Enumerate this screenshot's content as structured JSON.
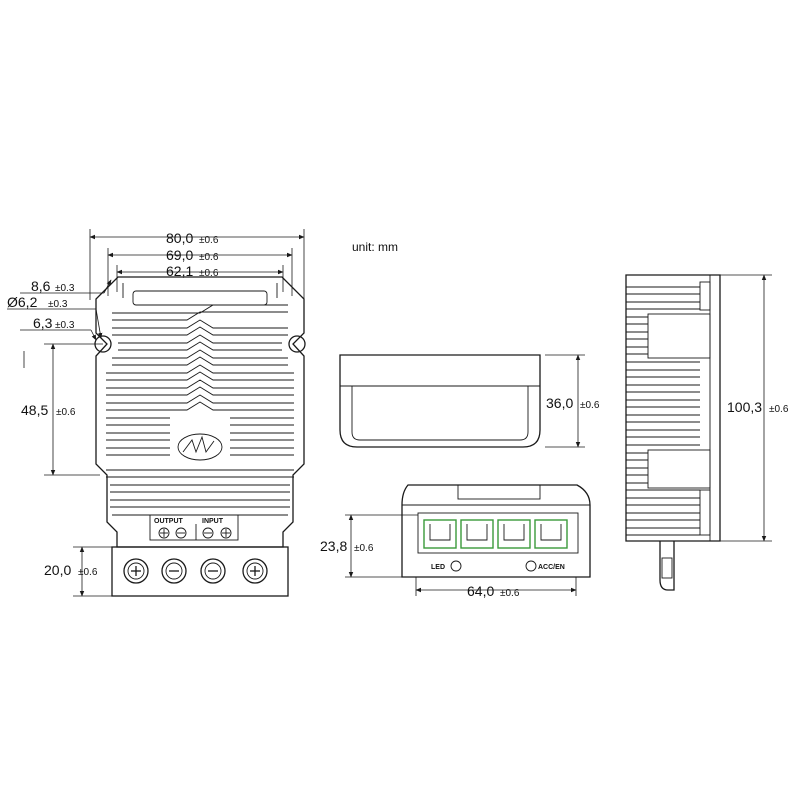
{
  "unit_note": "unit: mm",
  "front_view": {
    "width_outer": "80,0",
    "width_outer_tol": "±0.6",
    "width_mid": "69,0",
    "width_mid_tol": "±0.6",
    "width_inner": "62,1",
    "width_inner_tol": "±0.6",
    "tab_offset": "8,6",
    "tab_offset_tol": "±0.3",
    "hole_dia": "Ø6,2",
    "hole_dia_tol": "±0.3",
    "hole_edge": "6,3",
    "hole_edge_tol": "±0.3",
    "hole_spacing": "48,5",
    "hole_spacing_tol": "±0.6",
    "terminal_depth": "20,0",
    "terminal_depth_tol": "±0.6",
    "terminal_labels": {
      "output": "OUTPUT",
      "input": "INPUT"
    }
  },
  "side_view": {
    "height": "36,0",
    "height_tol": "±0.6"
  },
  "end_view": {
    "height": "23,8",
    "height_tol": "±0.6",
    "width": "64,0",
    "width_tol": "±0.6",
    "led_label": "LED",
    "acc_label": "ACC/EN",
    "terminal_color": "#3a9a3a"
  },
  "profile_view": {
    "length": "100,3",
    "length_tol": "±0.6"
  }
}
